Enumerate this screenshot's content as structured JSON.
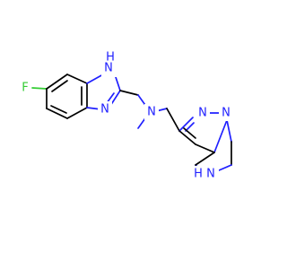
{
  "molecule": {
    "atom_labels": {
      "fluorine": "F",
      "benzimidazole_nh_n": "N",
      "benzimidazole_nh_h": "H",
      "benzimidazole_n": "N",
      "amine_n": "N",
      "pyrazole_n1": "N",
      "pyrazole_n2": "N",
      "piperazine_n": "N",
      "piperazine_h": "H"
    },
    "colors": {
      "carbon_bond": "#000000",
      "nitrogen": "#2020ff",
      "fluorine": "#33cc33",
      "background": "#ffffff"
    }
  }
}
